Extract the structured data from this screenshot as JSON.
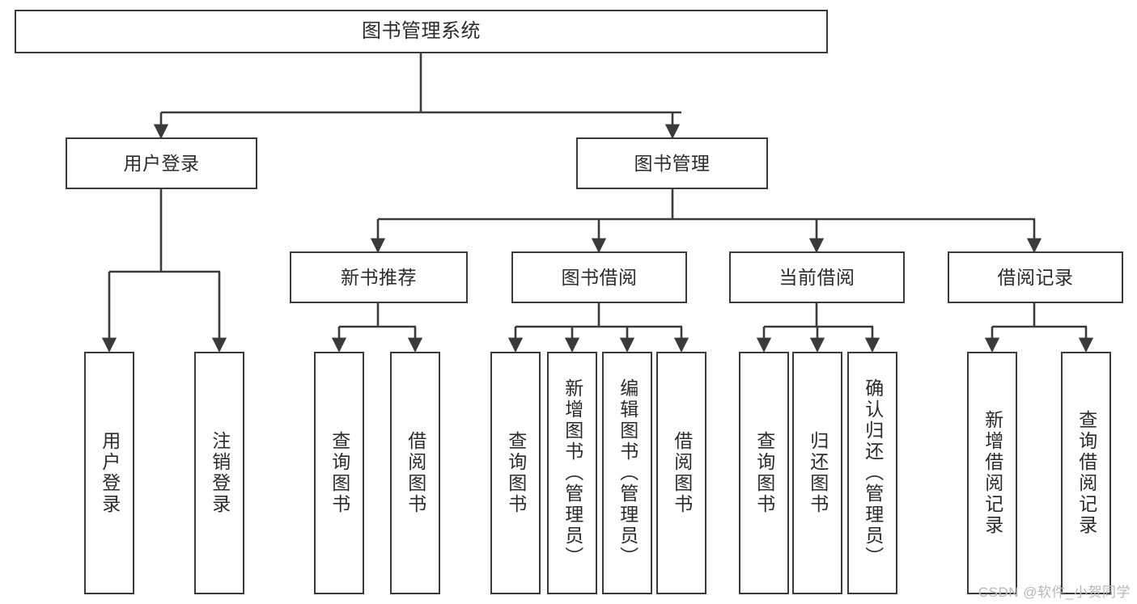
{
  "diagram": {
    "type": "tree",
    "title": "图书管理系统",
    "orientation": "top-down",
    "colors": {
      "box_border": "#3a3a3a",
      "box_fill": "#ffffff",
      "connector": "#3a3a3a",
      "text": "#2b2b2b",
      "watermark": "#b8b8b8",
      "background": "#ffffff"
    },
    "watermark": "CSDN @软件_小贺同学"
  },
  "nodes": {
    "root": {
      "label": "图书管理系统"
    },
    "level2": [
      {
        "id": "user-login",
        "label": "用户登录"
      },
      {
        "id": "book-manage",
        "label": "图书管理"
      }
    ],
    "level3": [
      {
        "id": "new-book-recommend",
        "label": "新书推荐"
      },
      {
        "id": "book-borrow",
        "label": "图书借阅"
      },
      {
        "id": "current-borrow",
        "label": "当前借阅"
      },
      {
        "id": "borrow-record",
        "label": "借阅记录"
      }
    ],
    "leaves": {
      "user-login": [
        {
          "id": "leaf-user-login",
          "label": "用户登录"
        },
        {
          "id": "leaf-logout",
          "label": "注销登录"
        }
      ],
      "new-book-recommend": [
        {
          "id": "leaf-query-book-1",
          "label": "查询图书"
        },
        {
          "id": "leaf-borrow-book-1",
          "label": "借阅图书"
        }
      ],
      "book-borrow": [
        {
          "id": "leaf-query-book-2",
          "label": "查询图书"
        },
        {
          "id": "leaf-add-book",
          "label": "新增图书（管理员）"
        },
        {
          "id": "leaf-edit-book",
          "label": "编辑图书（管理员）"
        },
        {
          "id": "leaf-borrow-book-2",
          "label": "借阅图书"
        }
      ],
      "current-borrow": [
        {
          "id": "leaf-query-book-3",
          "label": "查询图书"
        },
        {
          "id": "leaf-return-book",
          "label": "归还图书"
        },
        {
          "id": "leaf-confirm-return",
          "label": "确认归还（管理员）"
        }
      ],
      "borrow-record": [
        {
          "id": "leaf-add-record",
          "label": "新增借阅记录"
        },
        {
          "id": "leaf-query-record",
          "label": "查询借阅记录"
        }
      ]
    }
  }
}
